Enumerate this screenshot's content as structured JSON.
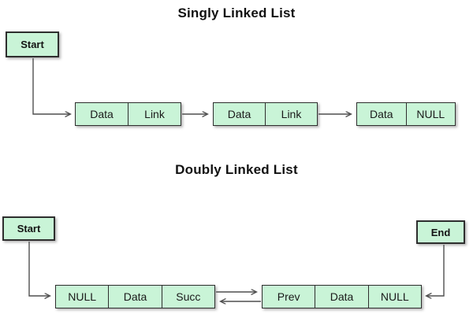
{
  "titles": {
    "singly": "Singly Linked List",
    "doubly": "Doubly Linked List"
  },
  "singly": {
    "start_label": "Start",
    "nodes": [
      {
        "cells": [
          "Data",
          "Link"
        ]
      },
      {
        "cells": [
          "Data",
          "Link"
        ]
      },
      {
        "cells": [
          "Data",
          "NULL"
        ]
      }
    ]
  },
  "doubly": {
    "start_label": "Start",
    "end_label": "End",
    "nodes": [
      {
        "cells": [
          "NULL",
          "Data",
          "Succ"
        ]
      },
      {
        "cells": [
          "Prev",
          "Data",
          "NULL"
        ]
      }
    ]
  },
  "colors": {
    "background": "#ffffff",
    "box_fill": "#c9f4d7",
    "box_border": "#2e2e2e",
    "connector_line": "#4f4f4f",
    "title_text": "#111111",
    "cell_text": "#1a1a1a"
  }
}
